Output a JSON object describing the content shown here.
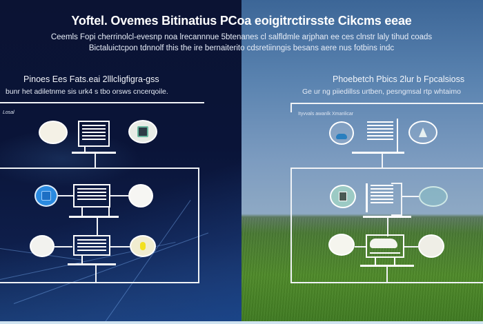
{
  "header": {
    "title": "Yoftel. Ovemes Bitinatius PCoa eoigitrctirsste Cikcms eeae",
    "subtitle_line1": "Ceemls Fopi cherrinolcl-evesnp noa lrecannnue 5btenanes cl salfldmle arjphan ee ces clnstr laly tihud coads",
    "subtitle_line2": "Bictaluictcpon tdnnolf this the ire bernaiterito cdsretiinngis besans aere nus fotbins indc"
  },
  "left_panel": {
    "heading": "Pinoes Ees Fats.eai 2lllcligfigra-gss",
    "description": "bunr het adiletnme sis urk4 s tbo orsws cncerqoile.",
    "tiny_label": "Losal",
    "theme": "dark-tech",
    "colors": {
      "background": "#0b1333",
      "accent": "#2f7fd8",
      "line": "#f2f4f8"
    },
    "nodes": [
      {
        "row": 1,
        "left_icon": "person-head-icon",
        "center_icon": "monitor-document-icon",
        "right_icon": "camera-lens-icon"
      },
      {
        "row": 2,
        "left_icon": "blue-app-icon",
        "center_icon": "monitor-document-icon",
        "right_icon": "blank-circle-icon"
      },
      {
        "row": 3,
        "left_icon": "person-profile-icon",
        "center_icon": "monitor-document-icon",
        "right_icon": "yellow-bulb-icon"
      }
    ]
  },
  "right_panel": {
    "heading": "Phoebetch Pbics 2lur b Fpcalsioss",
    "description": "Ge ur ng piiedillss urtben, pesngmsal rtp whtaimo",
    "tiny_label": "Ityvvals awanlk Xmanlicar",
    "theme": "nature-landscape",
    "colors": {
      "sky": "#5a83b0",
      "grass": "#4f8a2a",
      "line": "#f0f3f6"
    },
    "nodes": [
      {
        "row": 1,
        "left_icon": "water-drop-icon",
        "center_icon": "document-stack-icon",
        "right_icon": "tree-icon"
      },
      {
        "row": 2,
        "left_icon": "landscape-photo-icon",
        "center_icon": "document-stack-icon",
        "right_icon": "cloud-leaf-icon"
      },
      {
        "row": 3,
        "left_icon": "round-fruit-icon",
        "center_icon": "monitor-animal-icon",
        "right_icon": "dotted-sphere-icon"
      }
    ]
  }
}
